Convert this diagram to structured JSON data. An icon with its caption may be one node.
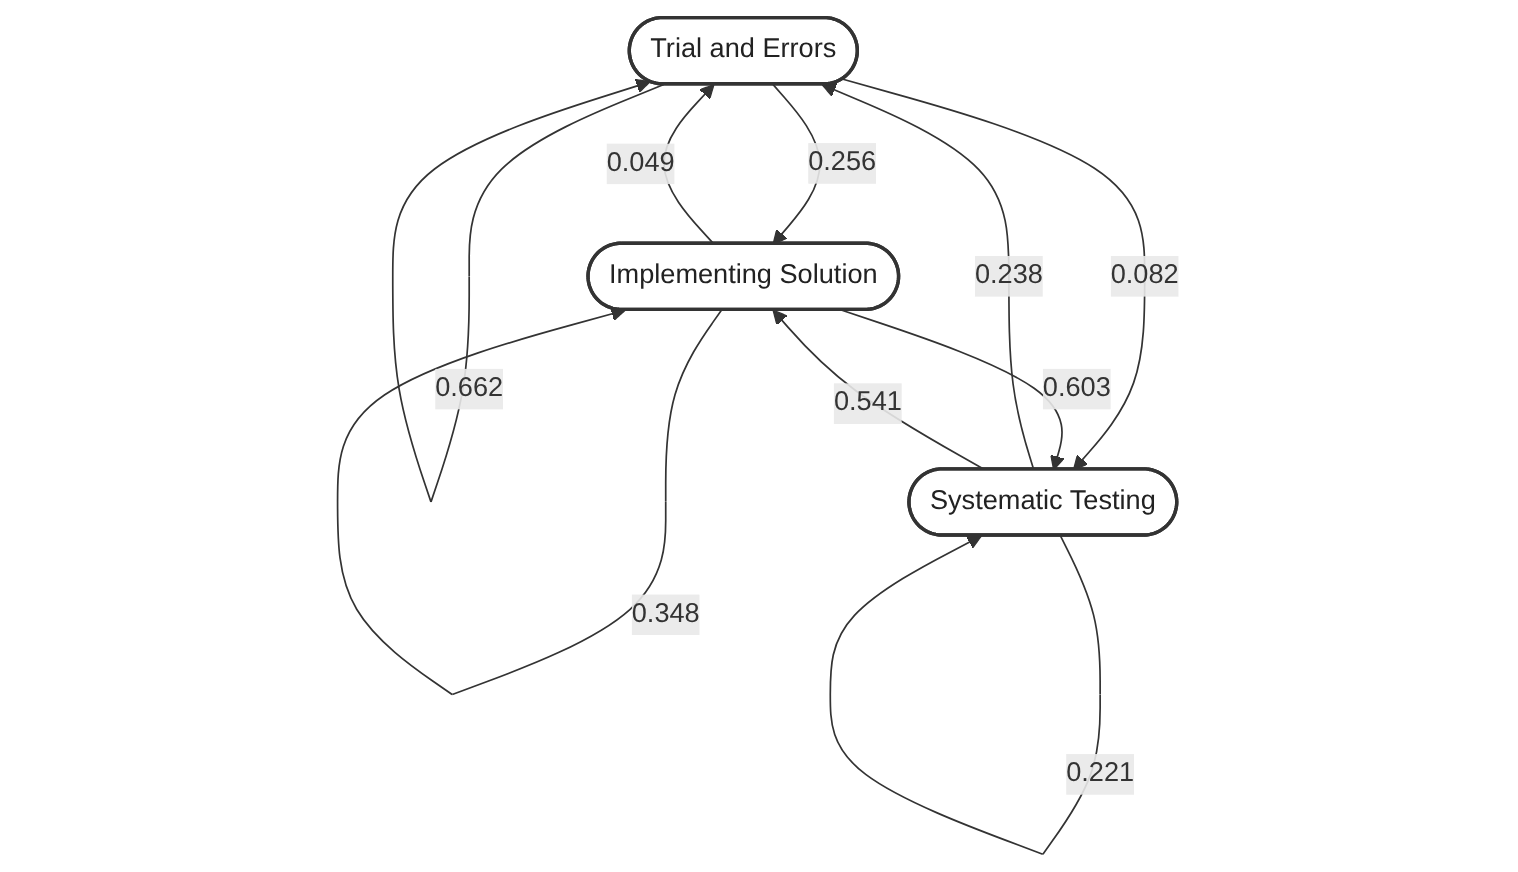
{
  "diagram": {
    "nodes": [
      {
        "text": [
          "Trial and Errors"
        ]
      },
      {
        "text": [
          "Implementing Solution"
        ]
      },
      {
        "text": [
          "Systematic Testing"
        ]
      }
    ],
    "edges": [
      {
        "from": 0,
        "to": 0,
        "arrow": "to",
        "label": "0.662"
      },
      {
        "from": 0,
        "to": 1,
        "arrow": "to",
        "label": "0.256"
      },
      {
        "from": 1,
        "to": 0,
        "arrow": "to",
        "label": "0.049"
      },
      {
        "from": 0,
        "to": 2,
        "arrow": "to",
        "label": "0.082"
      },
      {
        "from": 2,
        "to": 0,
        "arrow": "to",
        "label": "0.238"
      },
      {
        "from": 1,
        "to": 1,
        "arrow": "to",
        "label": "0.348"
      },
      {
        "from": 1,
        "to": 2,
        "arrow": "to",
        "label": "0.603"
      },
      {
        "from": 2,
        "to": 1,
        "arrow": "to",
        "label": "0.541"
      },
      {
        "from": 2,
        "to": 2,
        "arrow": "to",
        "label": "0.221"
      }
    ]
  }
}
